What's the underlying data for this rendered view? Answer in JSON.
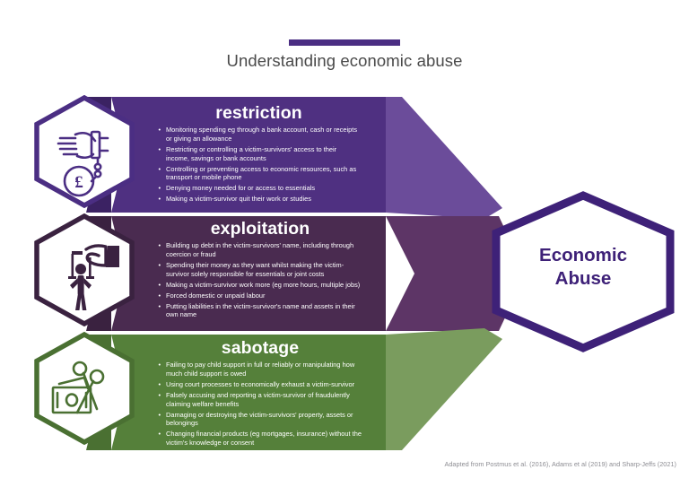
{
  "header": {
    "title": "Understanding economic abuse",
    "rule_color": "#4B2E83"
  },
  "center": {
    "label_line1": "Economic",
    "label_line2": "Abuse",
    "border_color": "#3E2178"
  },
  "panels": [
    {
      "id": "restriction",
      "heading": "restriction",
      "body_color": "#4F3081",
      "arrow_color": "#6B4C9A",
      "edge_color": "#3B2263",
      "icon_name": "hand-chained-to-pound-coin-icon",
      "bullets": [
        "Monitoring spending eg through a bank account, cash or receipts or giving an allowance",
        "Restricting or controlling a victim-survivors' access to their income, savings or bank accounts",
        "Controlling or preventing access to economic resources, such as transport or mobile phone",
        "Denying money needed for or access to essentials",
        "Making a victim-survivor quit their work or studies"
      ]
    },
    {
      "id": "exploitation",
      "heading": "exploitation",
      "body_color": "#4A2B50",
      "arrow_color": "#5D3566",
      "edge_color": "#3A2240",
      "icon_name": "hand-controlling-puppet-icon",
      "bullets": [
        "Building up debt in the victim-survivors' name, including through coercion or fraud",
        "Spending their money as they want whilst making the victim-survivor solely responsible for essentials or joint costs",
        "Making a victim-survivor work more (eg more hours, multiple jobs)",
        "Forced domestic or unpaid labour",
        "Putting liabilities in the victim-survivor's name and assets in their own name"
      ]
    },
    {
      "id": "sabotage",
      "heading": "sabotage",
      "body_color": "#55803A",
      "arrow_color": "#7A9C5E",
      "edge_color": "#4A7032",
      "icon_name": "scissors-cutting-banknotes-icon",
      "bullets": [
        "Failing to pay child support in full or reliably or manipulating how much child support is owed",
        "Using court processes to economically exhaust a victim-survivor",
        "Falsely accusing and reporting a victim-survivor of fraudulently claiming welfare benefits",
        "Damaging or destroying the victim-survivors' property, assets or belongings",
        "Changing financial products (eg mortgages, insurance) without the victim's knowledge or consent"
      ]
    }
  ],
  "footer": {
    "note": "Adapted from Postmus et al. (2016), Adams et al (2019) and Sharp-Jeffs (2021)"
  }
}
